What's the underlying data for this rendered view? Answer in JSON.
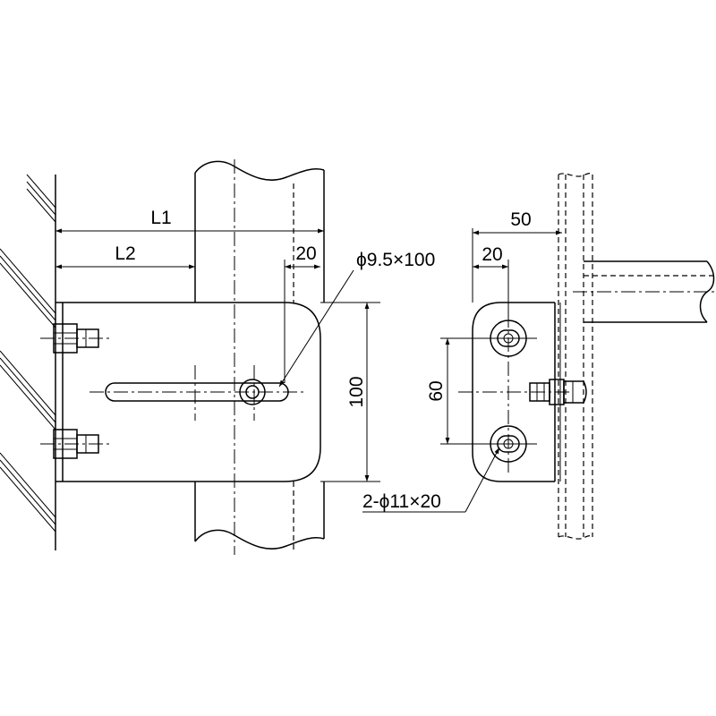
{
  "dimensions": {
    "l1": "L1",
    "l2": "L2",
    "slot_offset": "20",
    "slot_spec": "ϕ9.5×100",
    "height": "100",
    "side_depth": "50",
    "side_offset": "20",
    "hole_pitch": "60",
    "hole_spec": "2-ϕ11×20"
  }
}
